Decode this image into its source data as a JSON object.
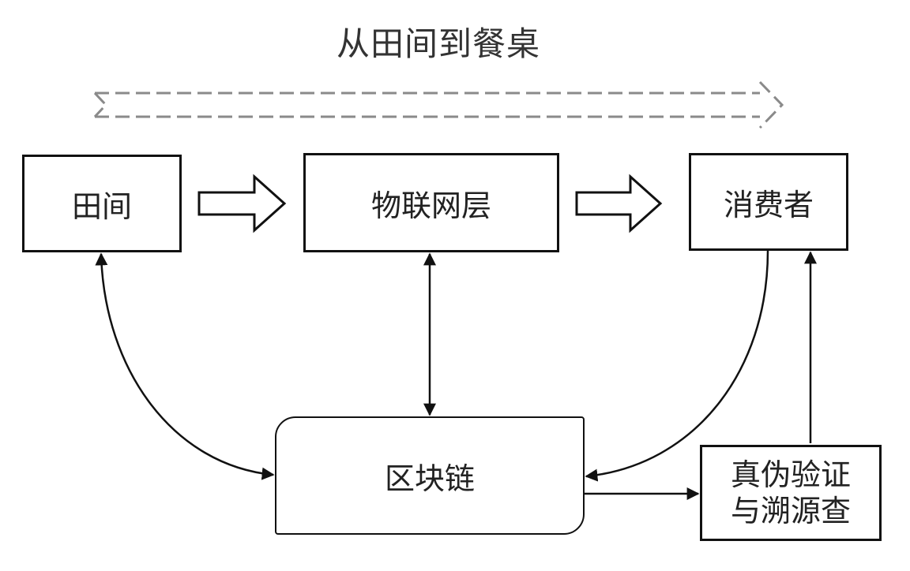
{
  "title": "从田间到餐桌",
  "nodes": {
    "field": "田间",
    "iot": "物联网层",
    "consumer": "消费者",
    "blockchain": "区块链",
    "verify_line1": "真伪验证",
    "verify_line2": "与溯源查"
  },
  "colors": {
    "stroke": "#111111",
    "dashed": "#888888",
    "text": "#222222"
  }
}
